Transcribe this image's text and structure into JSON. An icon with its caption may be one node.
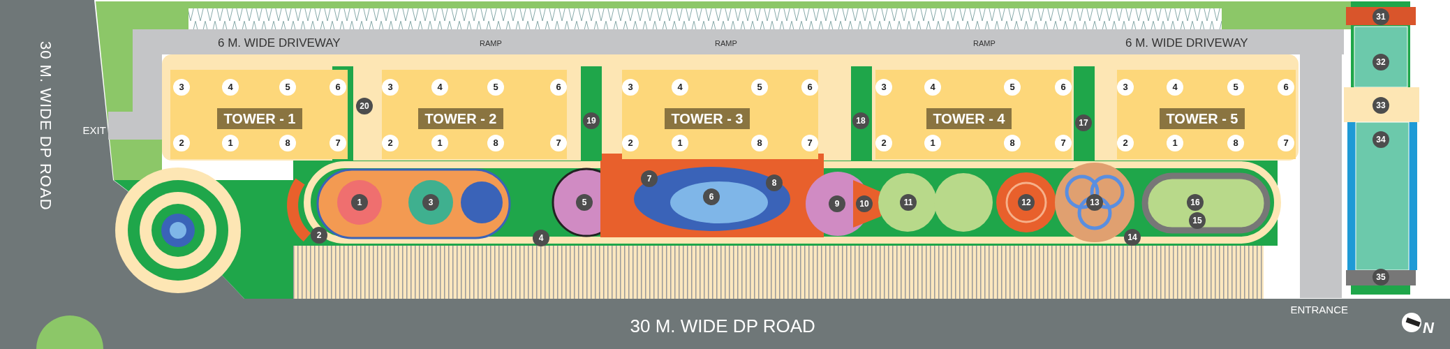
{
  "diagram": {
    "nodes": [
      {
        "text": [
          "TOWER - 1",
          "3",
          "4",
          "5",
          "6",
          "2",
          "1",
          "8",
          "7"
        ]
      },
      {
        "text": [
          "TOWER - 2",
          "3",
          "4",
          "5",
          "6",
          "2",
          "1",
          "8",
          "7"
        ]
      },
      {
        "text": [
          "TOWER - 3",
          "3",
          "4",
          "5",
          "6",
          "2",
          "1",
          "8",
          "7"
        ]
      },
      {
        "text": [
          "TOWER - 4",
          "3",
          "4",
          "5",
          "6",
          "2",
          "1",
          "8",
          "7"
        ]
      },
      {
        "text": [
          "TOWER - 5",
          "3",
          "4",
          "5",
          "6",
          "2",
          "1",
          "8",
          "7"
        ]
      }
    ],
    "edges": [],
    "labels": [
      "30 M. WIDE DP ROAD",
      "EXIT",
      "6 M. WIDE DRIVEWAY",
      "RAMP",
      "RAMP",
      "RAMP",
      "6 M. WIDE DRIVEWAY",
      "31",
      "32",
      "20",
      "19",
      "18",
      "17",
      "33",
      "34",
      "7",
      "8",
      "6",
      "1",
      "3",
      "5",
      "9",
      "10",
      "11",
      "12",
      "13",
      "16",
      "15",
      "2",
      "4",
      "14",
      "35",
      "30 M. WIDE DP ROAD",
      "ENTRANCE",
      "N"
    ]
  }
}
